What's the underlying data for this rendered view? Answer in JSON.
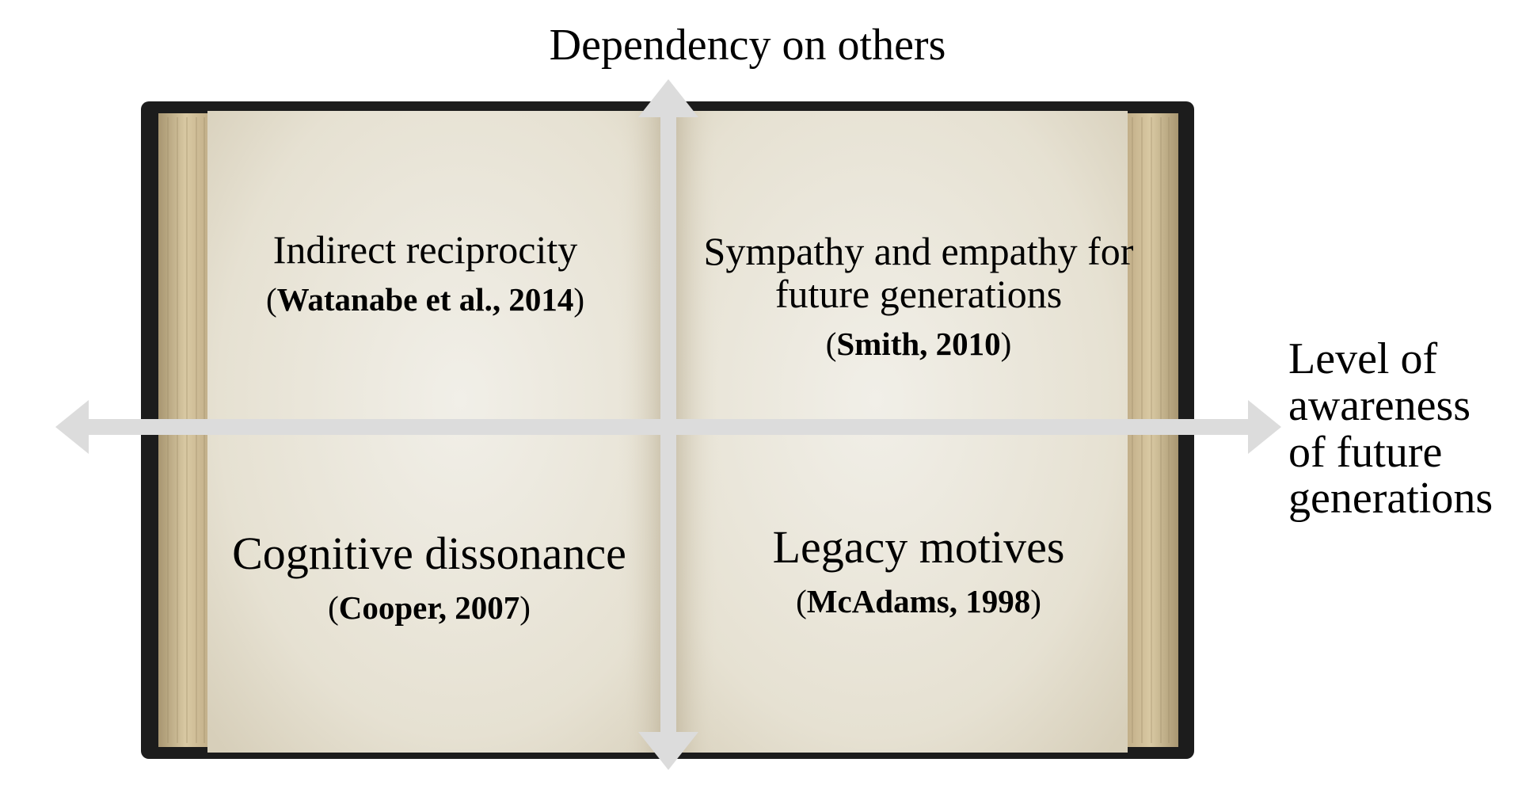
{
  "axes": {
    "vertical_title": "Dependency on others",
    "horizontal_title_lines": [
      "Level of",
      "awareness",
      "of future",
      "generations"
    ]
  },
  "quadrants": {
    "top_left": {
      "concept": "Indirect reciprocity",
      "citation_open": "(",
      "citation": "Watanabe et al., 2014",
      "citation_close": ")"
    },
    "top_right": {
      "concept_lines": [
        "Sympathy and empathy for",
        "future generations"
      ],
      "citation_open": "(",
      "citation": "Smith, 2010",
      "citation_close": ")"
    },
    "bottom_left": {
      "concept": "Cognitive dissonance",
      "citation_open": "(",
      "citation": "Cooper, 2007",
      "citation_close": ")"
    },
    "bottom_right": {
      "concept": "Legacy motives",
      "citation_open": "(",
      "citation": "McAdams, 1998",
      "citation_close": ")"
    }
  },
  "colors": {
    "cover": "#1c1c1c",
    "page_edges": "#cbb995",
    "page": "#ece8dc",
    "arrow": "#dcdcdc"
  }
}
